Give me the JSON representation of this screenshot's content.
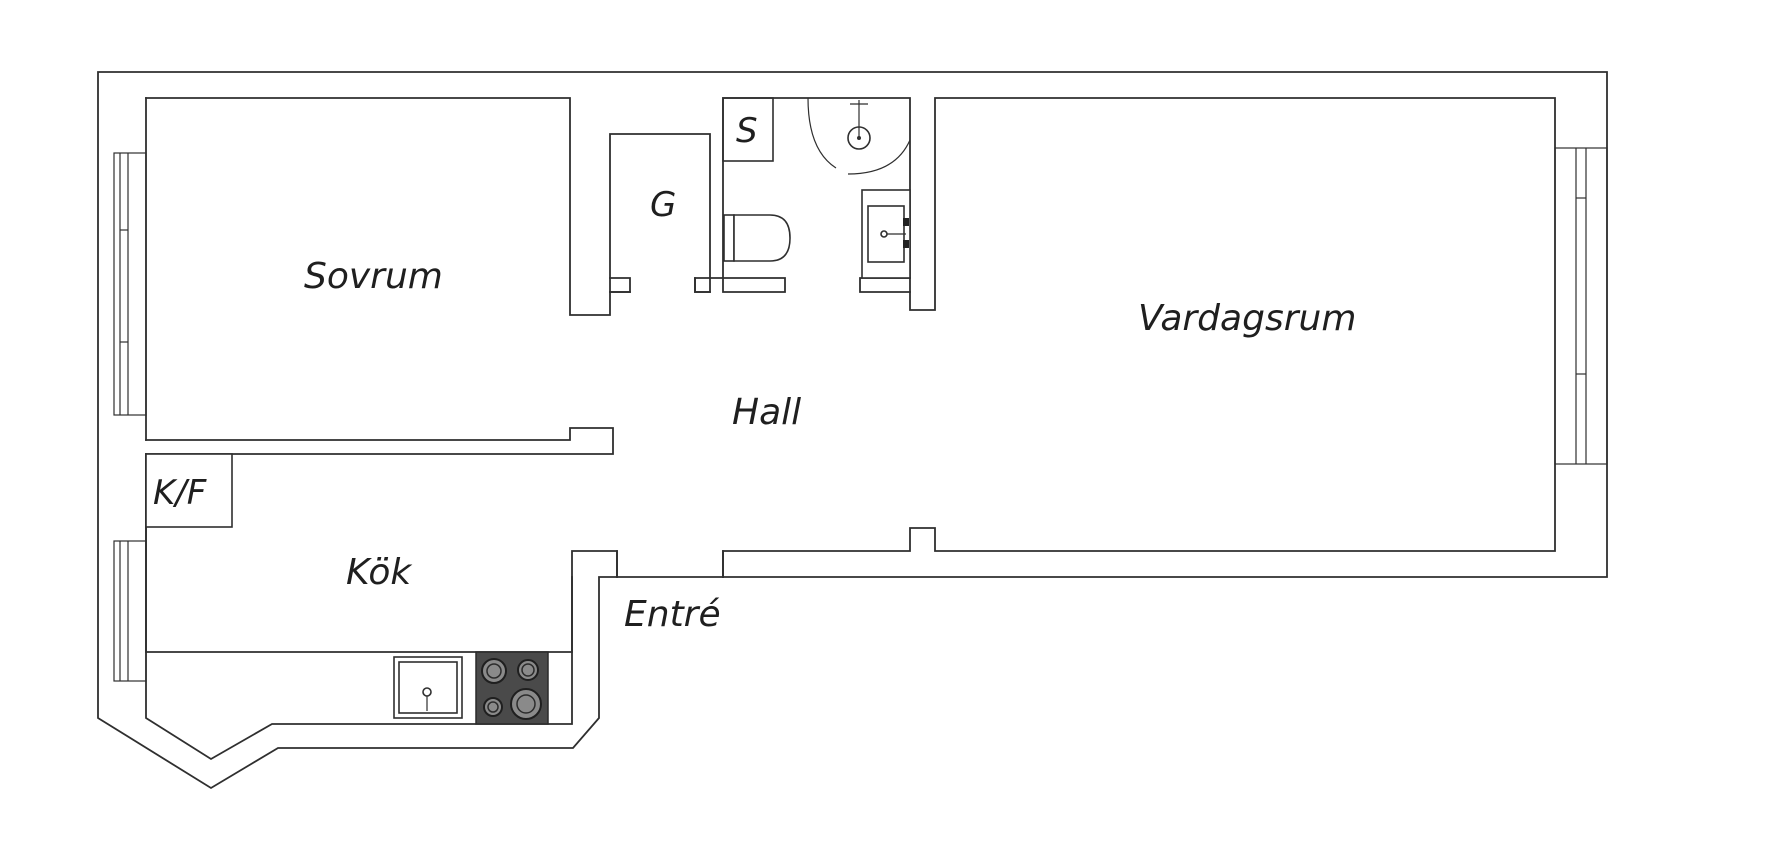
{
  "floorplan": {
    "rooms": {
      "sovrum": "Sovrum",
      "vardagsrum": "Vardagsrum",
      "hall": "Hall",
      "kok": "Kök",
      "entre": "Entré"
    },
    "storage": {
      "garderob": "G",
      "stad": "S",
      "kyl_frys": "K/F"
    }
  }
}
